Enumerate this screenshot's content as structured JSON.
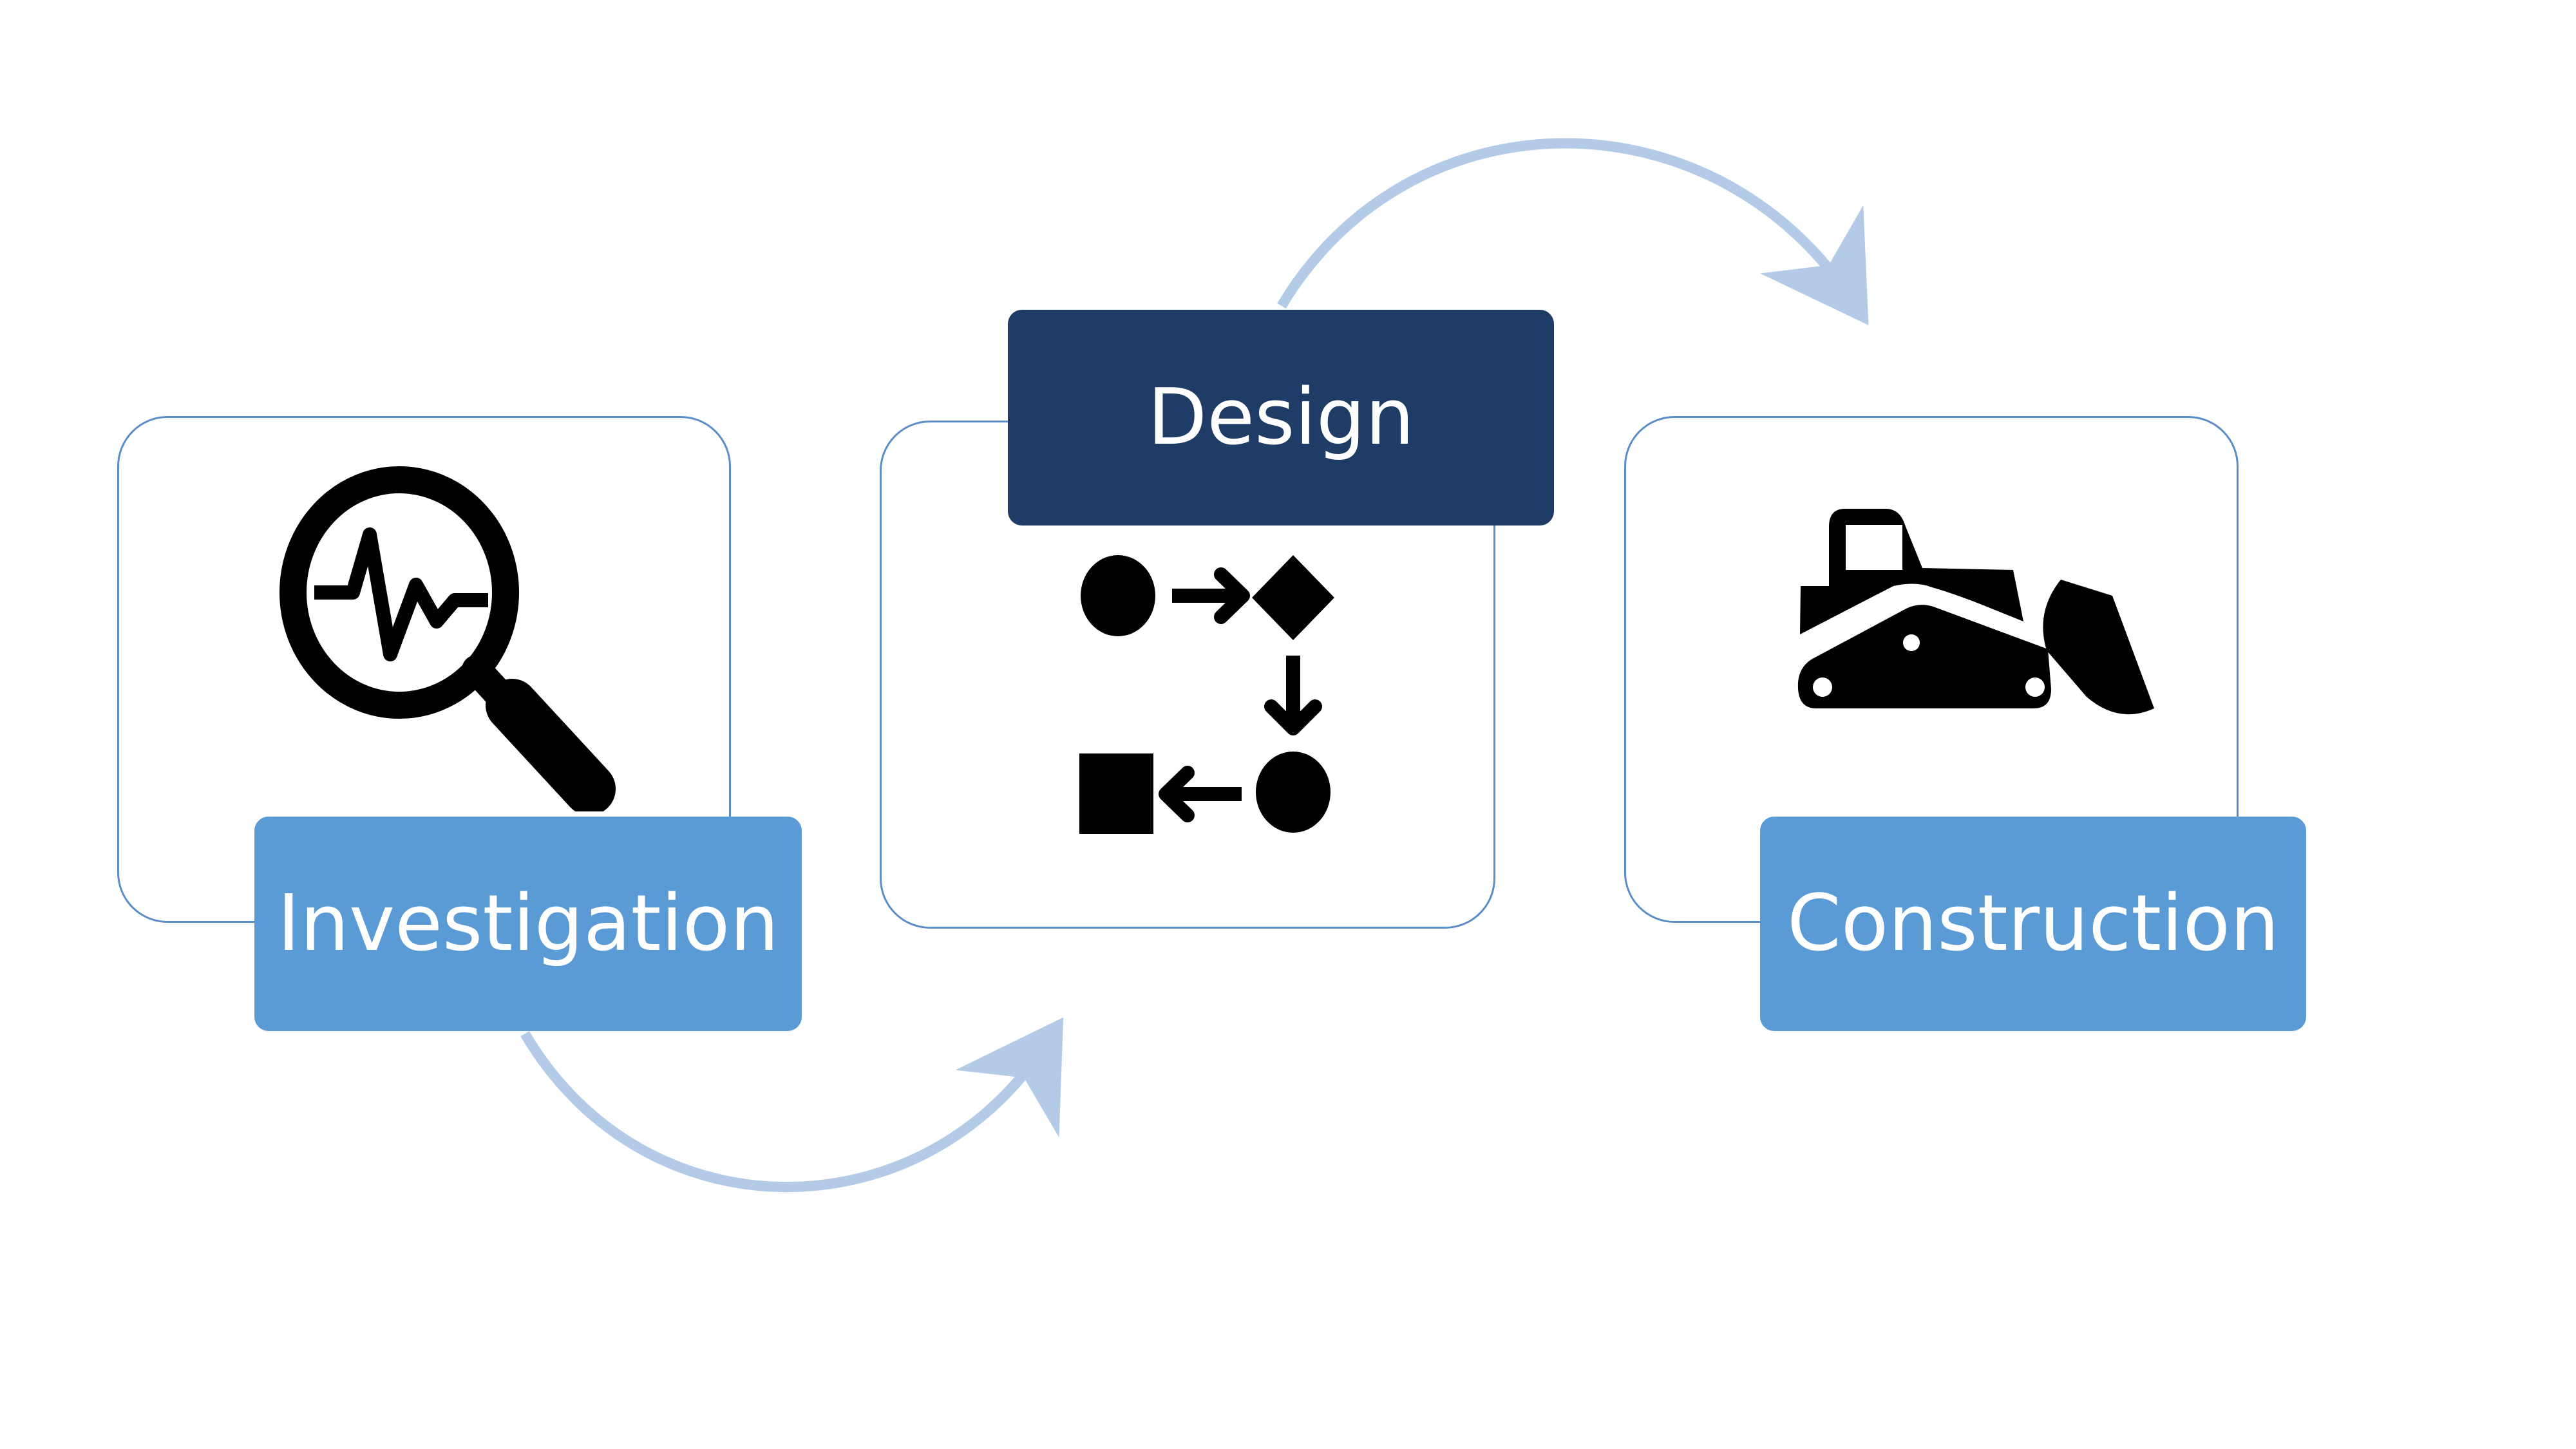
{
  "diagram": {
    "steps": [
      {
        "label": "Investigation",
        "icon": "magnifier-waveform-icon"
      },
      {
        "label": "Design",
        "icon": "process-flow-icon"
      },
      {
        "label": "Construction",
        "icon": "bulldozer-icon"
      }
    ],
    "colors": {
      "panel_border": "#5b8ec8",
      "label_light": "#5b9bd5",
      "label_dark": "#1f3c66",
      "arrow": "#b4cbe8",
      "icon": "#000000"
    }
  }
}
